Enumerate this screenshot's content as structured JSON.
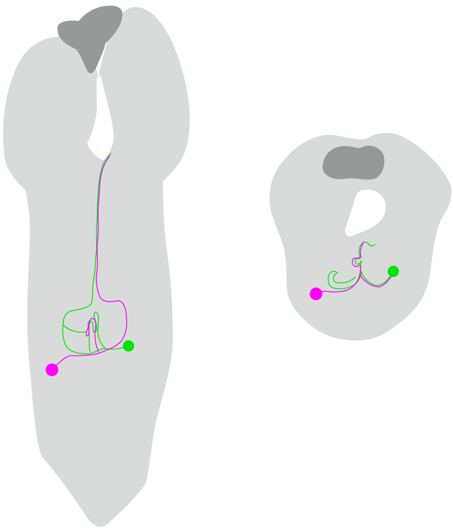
{
  "colors": {
    "background": "#ffffff",
    "tissue": "#d9dbdb",
    "dark_region": "#979898",
    "neuron_a": "#ff00ff",
    "neuron_b": "#00e600",
    "hole": "#ffffff"
  },
  "views": [
    {
      "name": "frontal-view",
      "cell_bodies": [
        {
          "neuron": "neuron_a",
          "color": "#ff00ff"
        },
        {
          "neuron": "neuron_b",
          "color": "#00e600"
        }
      ]
    },
    {
      "name": "cross-section-view",
      "cell_bodies": [
        {
          "neuron": "neuron_a",
          "color": "#ff00ff"
        },
        {
          "neuron": "neuron_b",
          "color": "#00e600"
        }
      ]
    }
  ]
}
